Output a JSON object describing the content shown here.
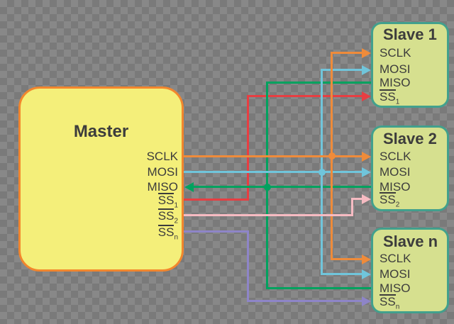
{
  "master": {
    "title": "Master",
    "pins": [
      {
        "label": "SCLK"
      },
      {
        "label": "MOSI"
      },
      {
        "label": "MISO"
      },
      {
        "label": "SS",
        "sub": "1",
        "overline": true
      },
      {
        "label": "SS",
        "sub": "2",
        "overline": true
      },
      {
        "label": "SS",
        "sub": "n",
        "overline": true
      }
    ]
  },
  "slaves": [
    {
      "title": "Slave 1",
      "pins": [
        {
          "label": "SCLK"
        },
        {
          "label": "MOSI"
        },
        {
          "label": "MISO"
        },
        {
          "label": "SS",
          "sub": "1",
          "overline": true
        }
      ]
    },
    {
      "title": "Slave 2",
      "pins": [
        {
          "label": "SCLK"
        },
        {
          "label": "MOSI"
        },
        {
          "label": "MISO"
        },
        {
          "label": "SS",
          "sub": "2",
          "overline": true
        }
      ]
    },
    {
      "title": "Slave n",
      "pins": [
        {
          "label": "SCLK"
        },
        {
          "label": "MOSI"
        },
        {
          "label": "MISO"
        },
        {
          "label": "SS",
          "sub": "n",
          "overline": true
        }
      ]
    }
  ],
  "signals": [
    {
      "name": "SCLK",
      "color": "#ef8b3a"
    },
    {
      "name": "MOSI",
      "color": "#70c5db"
    },
    {
      "name": "MISO",
      "color": "#00a25f"
    },
    {
      "name": "SS1",
      "color": "#e73e42"
    },
    {
      "name": "SS2",
      "color": "#f6bbc2"
    },
    {
      "name": "SSn",
      "color": "#8e85c8"
    }
  ],
  "colors": {
    "master_fill": "#f4ef7a",
    "master_border": "#f2862d",
    "slave_fill": "#d6e08f",
    "slave_border": "#42a08d",
    "text": "#3c3c3c",
    "checker_light": "#888888",
    "checker_dark": "#7a7a7a"
  }
}
